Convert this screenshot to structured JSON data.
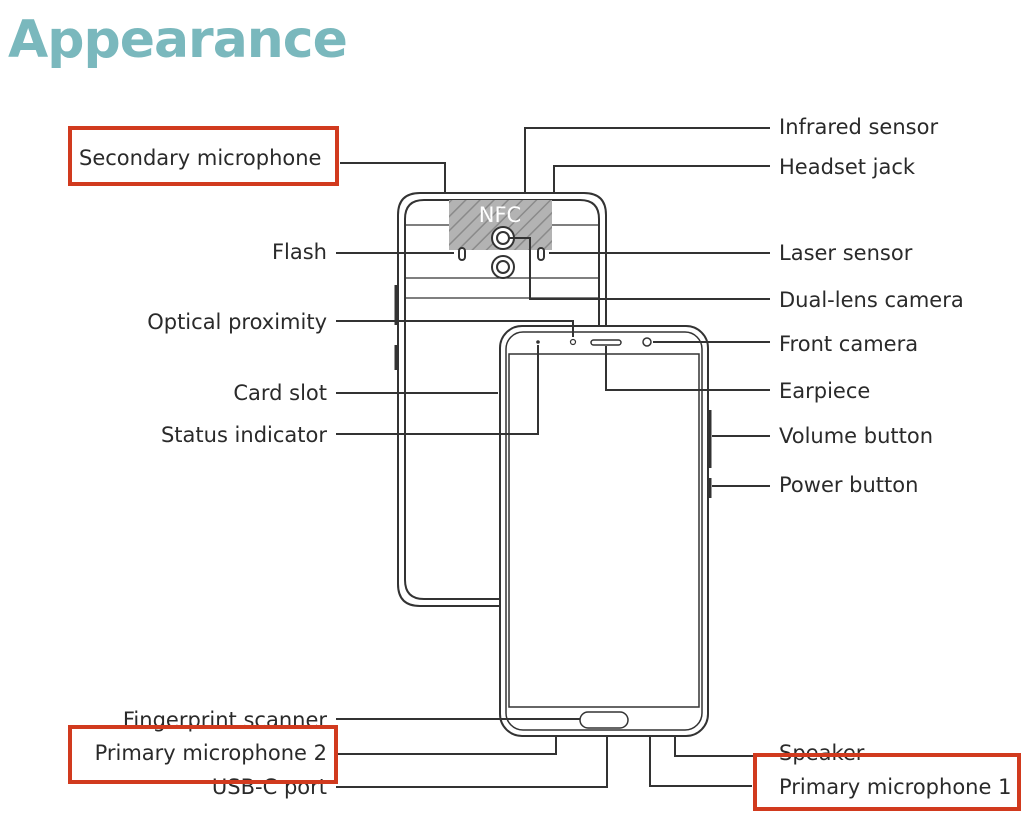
{
  "title": "Appearance",
  "nfc_label": "NFC",
  "labels": {
    "secondary_microphone": "Secondary microphone",
    "flash": "Flash",
    "optical_proximity": "Optical proximity",
    "card_slot": "Card slot",
    "status_indicator": "Status indicator",
    "fingerprint_scanner": "Fingerprint scanner",
    "primary_microphone_2": "Primary microphone 2",
    "usb_c_port": "USB-C port",
    "infrared_sensor": "Infrared sensor",
    "headset_jack": "Headset jack",
    "laser_sensor": "Laser sensor",
    "dual_lens_camera": "Dual-lens camera",
    "front_camera": "Front camera",
    "earpiece": "Earpiece",
    "volume_button": "Volume button",
    "power_button": "Power button",
    "speaker": "Speaker",
    "primary_microphone_1": "Primary microphone 1"
  },
  "highlighted": [
    "secondary_microphone",
    "primary_microphone_2",
    "primary_microphone_1"
  ],
  "colors": {
    "title": "#7ab8bd",
    "highlight": "#d13a1e",
    "line": "#333333",
    "nfc_patch": "#a9a9a9"
  }
}
